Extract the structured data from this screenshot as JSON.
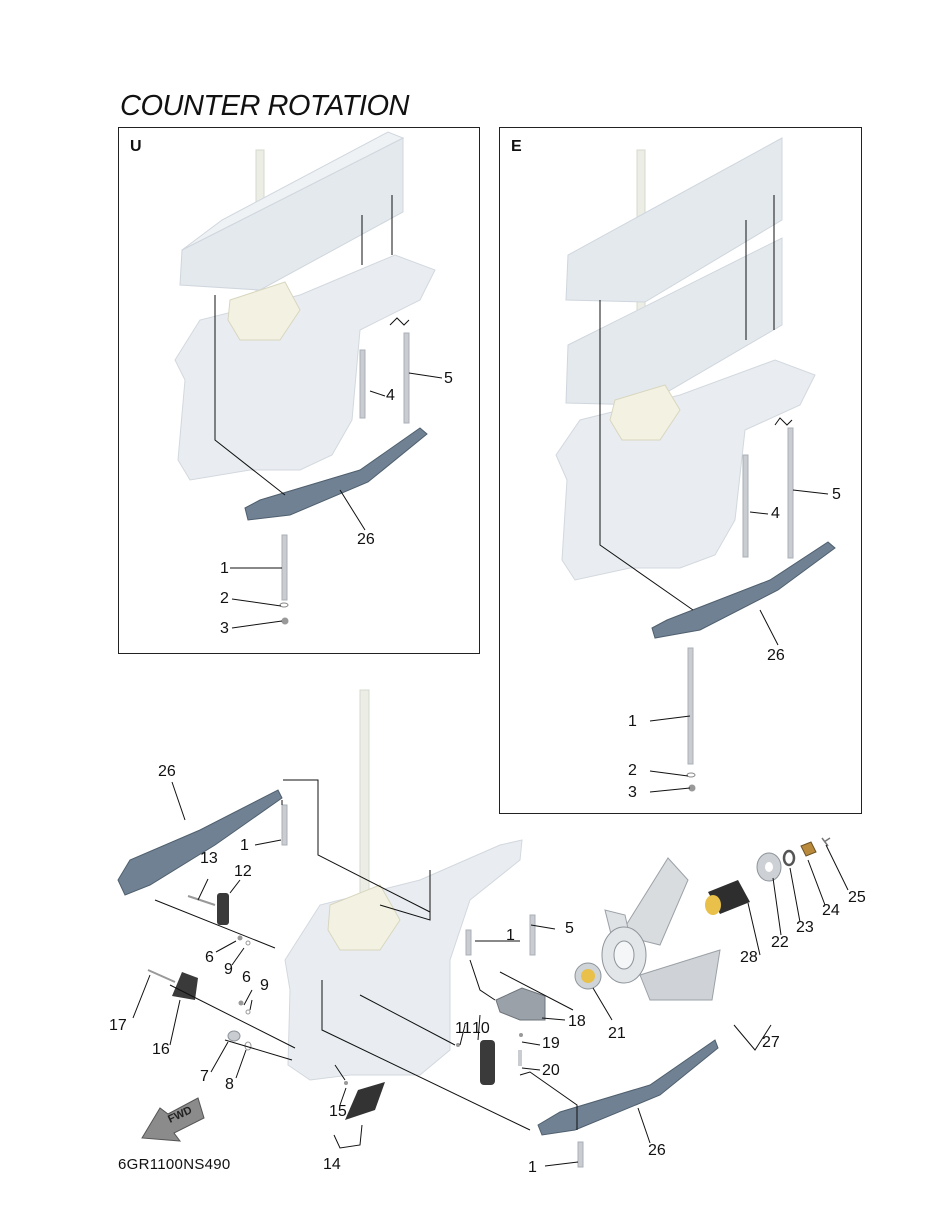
{
  "title": "COUNTER ROTATION",
  "panels": {
    "left": {
      "letter": "U"
    },
    "right": {
      "letter": "E"
    }
  },
  "arrow_label": "FWD",
  "diagram_code": "6GR1100NS490",
  "callouts": {
    "u_1": "1",
    "u_2": "2",
    "u_3": "3",
    "u_4": "4",
    "u_5": "5",
    "u_26": "26",
    "e_1": "1",
    "e_2": "2",
    "e_3": "3",
    "e_4": "4",
    "e_5": "5",
    "e_26": "26",
    "m_26a": "26",
    "m_1a": "1",
    "m_13": "13",
    "m_12": "12",
    "m_6a": "6",
    "m_9a": "9",
    "m_6b": "6",
    "m_9b": "9",
    "m_17": "17",
    "m_16": "16",
    "m_7": "7",
    "m_8": "8",
    "m_15": "15",
    "m_14": "14",
    "m_1b": "1",
    "m_5": "5",
    "m_10": "10",
    "m_11": "11",
    "m_18": "18",
    "m_19": "19",
    "m_20": "20",
    "m_21": "21",
    "m_26b": "26",
    "m_1c": "1",
    "m_28": "28",
    "m_22": "22",
    "m_23": "23",
    "m_24": "24",
    "m_25": "25",
    "m_27": "27"
  },
  "colors": {
    "housing_fill": "#e8ecf0",
    "housing_stroke": "#c9d0d8",
    "spacer_fill": "#dfe5ea",
    "cover_fill": "#6e7f90",
    "cover_stroke": "#4f5f6e",
    "bolt": "#c2c7cc",
    "water_pump": "#f1f0e0",
    "anode_dark": "#3a3a3a",
    "propeller": "#d9dcdf",
    "bushing": "#e8c04a",
    "leader": "#111111"
  }
}
